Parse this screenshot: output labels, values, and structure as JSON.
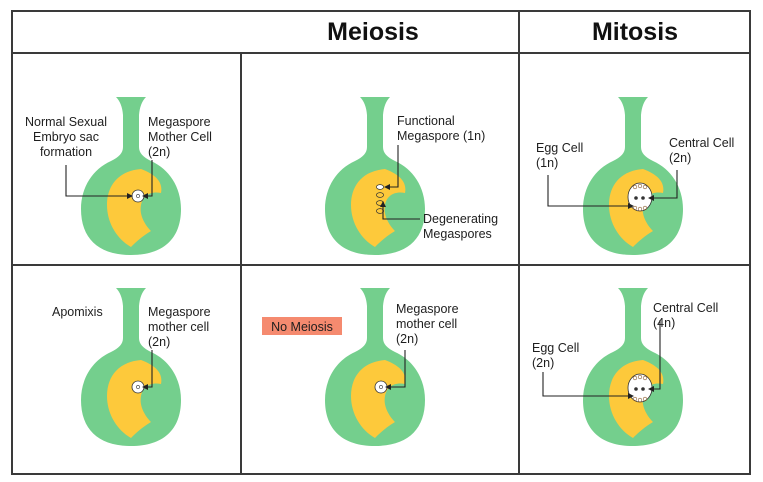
{
  "headers": {
    "col2": "Meiosis",
    "col3": "Mitosis"
  },
  "colors": {
    "ovule_outer": "#74cf8d",
    "embryo_sac": "#fdc93b",
    "grid": "#3a3a3a",
    "no_meiosis_bg": "#f58a6f"
  },
  "r1c1": {
    "left": [
      "Normal Sexual",
      "Embryo sac",
      "formation"
    ],
    "right": [
      "Megaspore",
      "Mother Cell",
      "(2n)"
    ]
  },
  "r1c2": {
    "top": [
      "Functional",
      "Megaspore (1n)"
    ],
    "bottom": [
      "Degenerating",
      "Megaspores"
    ]
  },
  "r1c3": {
    "left": [
      "Egg Cell",
      "(1n)"
    ],
    "right": [
      "Central Cell",
      "(2n)"
    ]
  },
  "r2c1": {
    "left": [
      "Apomixis"
    ],
    "right": [
      "Megaspore",
      "mother cell",
      "(2n)"
    ]
  },
  "r2c2": {
    "badge": "No Meiosis",
    "right": [
      "Megaspore",
      "mother cell",
      "(2n)"
    ]
  },
  "r2c3": {
    "left": [
      "Egg Cell",
      "(2n)"
    ],
    "right": [
      "Central Cell",
      "(4n)"
    ]
  }
}
